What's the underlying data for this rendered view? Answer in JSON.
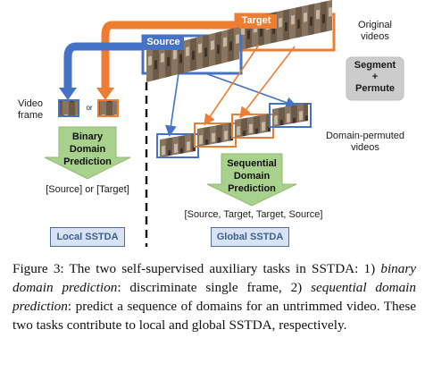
{
  "figure": {
    "target_label": "Target",
    "source_label": "Source",
    "original_videos": [
      "Original",
      "videos"
    ],
    "segment_permute": [
      "Segment",
      "+",
      "Permute"
    ],
    "video_frame": [
      "Video",
      "frame"
    ],
    "or_small": "or",
    "binary_prediction": [
      "Binary",
      "Domain",
      "Prediction"
    ],
    "binary_output": "[Source] or [Target]",
    "domain_permuted": [
      "Domain-permuted",
      "videos"
    ],
    "sequential_prediction": [
      "Sequential",
      "Domain",
      "Prediction"
    ],
    "sequential_output": "[Source, Target, Target, Source]",
    "local_box": "Local SSTDA",
    "global_box": "Global SSTDA",
    "colors": {
      "source": "#4472c4",
      "target": "#ed7d31",
      "green": "#a9d18e",
      "box_fill": "#d7e3f4"
    }
  },
  "caption": {
    "prefix": "Figure 3:  The two self-supervised auxiliary tasks in SSTDA: 1) ",
    "term1": "binary domain prediction",
    "mid1": ": discriminate single frame, 2) ",
    "term2": "sequential domain prediction",
    "mid2": ": predict a sequence of domains for an untrimmed video. These two tasks contribute to local and global SSTDA, respectively."
  }
}
